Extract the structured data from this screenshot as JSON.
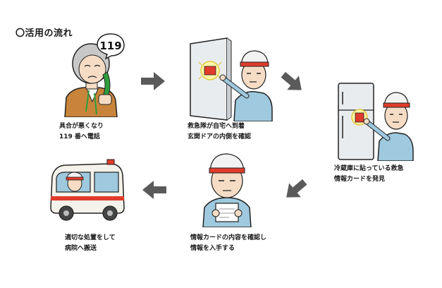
{
  "title": "〇活用の流れ",
  "steps": [
    {
      "lines": [
        "具合が悪くなり",
        "119 番へ電話"
      ]
    },
    {
      "lines": [
        "救急隊が自宅へ到着",
        "玄関ドアの内側を確認"
      ]
    },
    {
      "lines": [
        "冷蔵庫に貼っている救急",
        "情報カードを発見"
      ]
    },
    {
      "lines": [
        "情報カードの内容を確認し",
        "情報を入手する"
      ]
    },
    {
      "lines": [
        "適切な処置をして",
        "病院へ搬送"
      ]
    }
  ],
  "phone_number": "119",
  "colors": {
    "skin": "#f6dcc4",
    "hair_gray": "#c8c8c8",
    "uniform": "#9ec9de",
    "helmet_white": "#f2f2f2",
    "helmet_red": "#e03c2c",
    "arrow_gray": "#5a5a5a",
    "appliance": "#e9ecee",
    "jacket": "#c8843a"
  },
  "icons": {
    "arrow": "right-arrow-icon",
    "phone": "telephone-icon",
    "sticker": "emergency-sticker-icon"
  }
}
